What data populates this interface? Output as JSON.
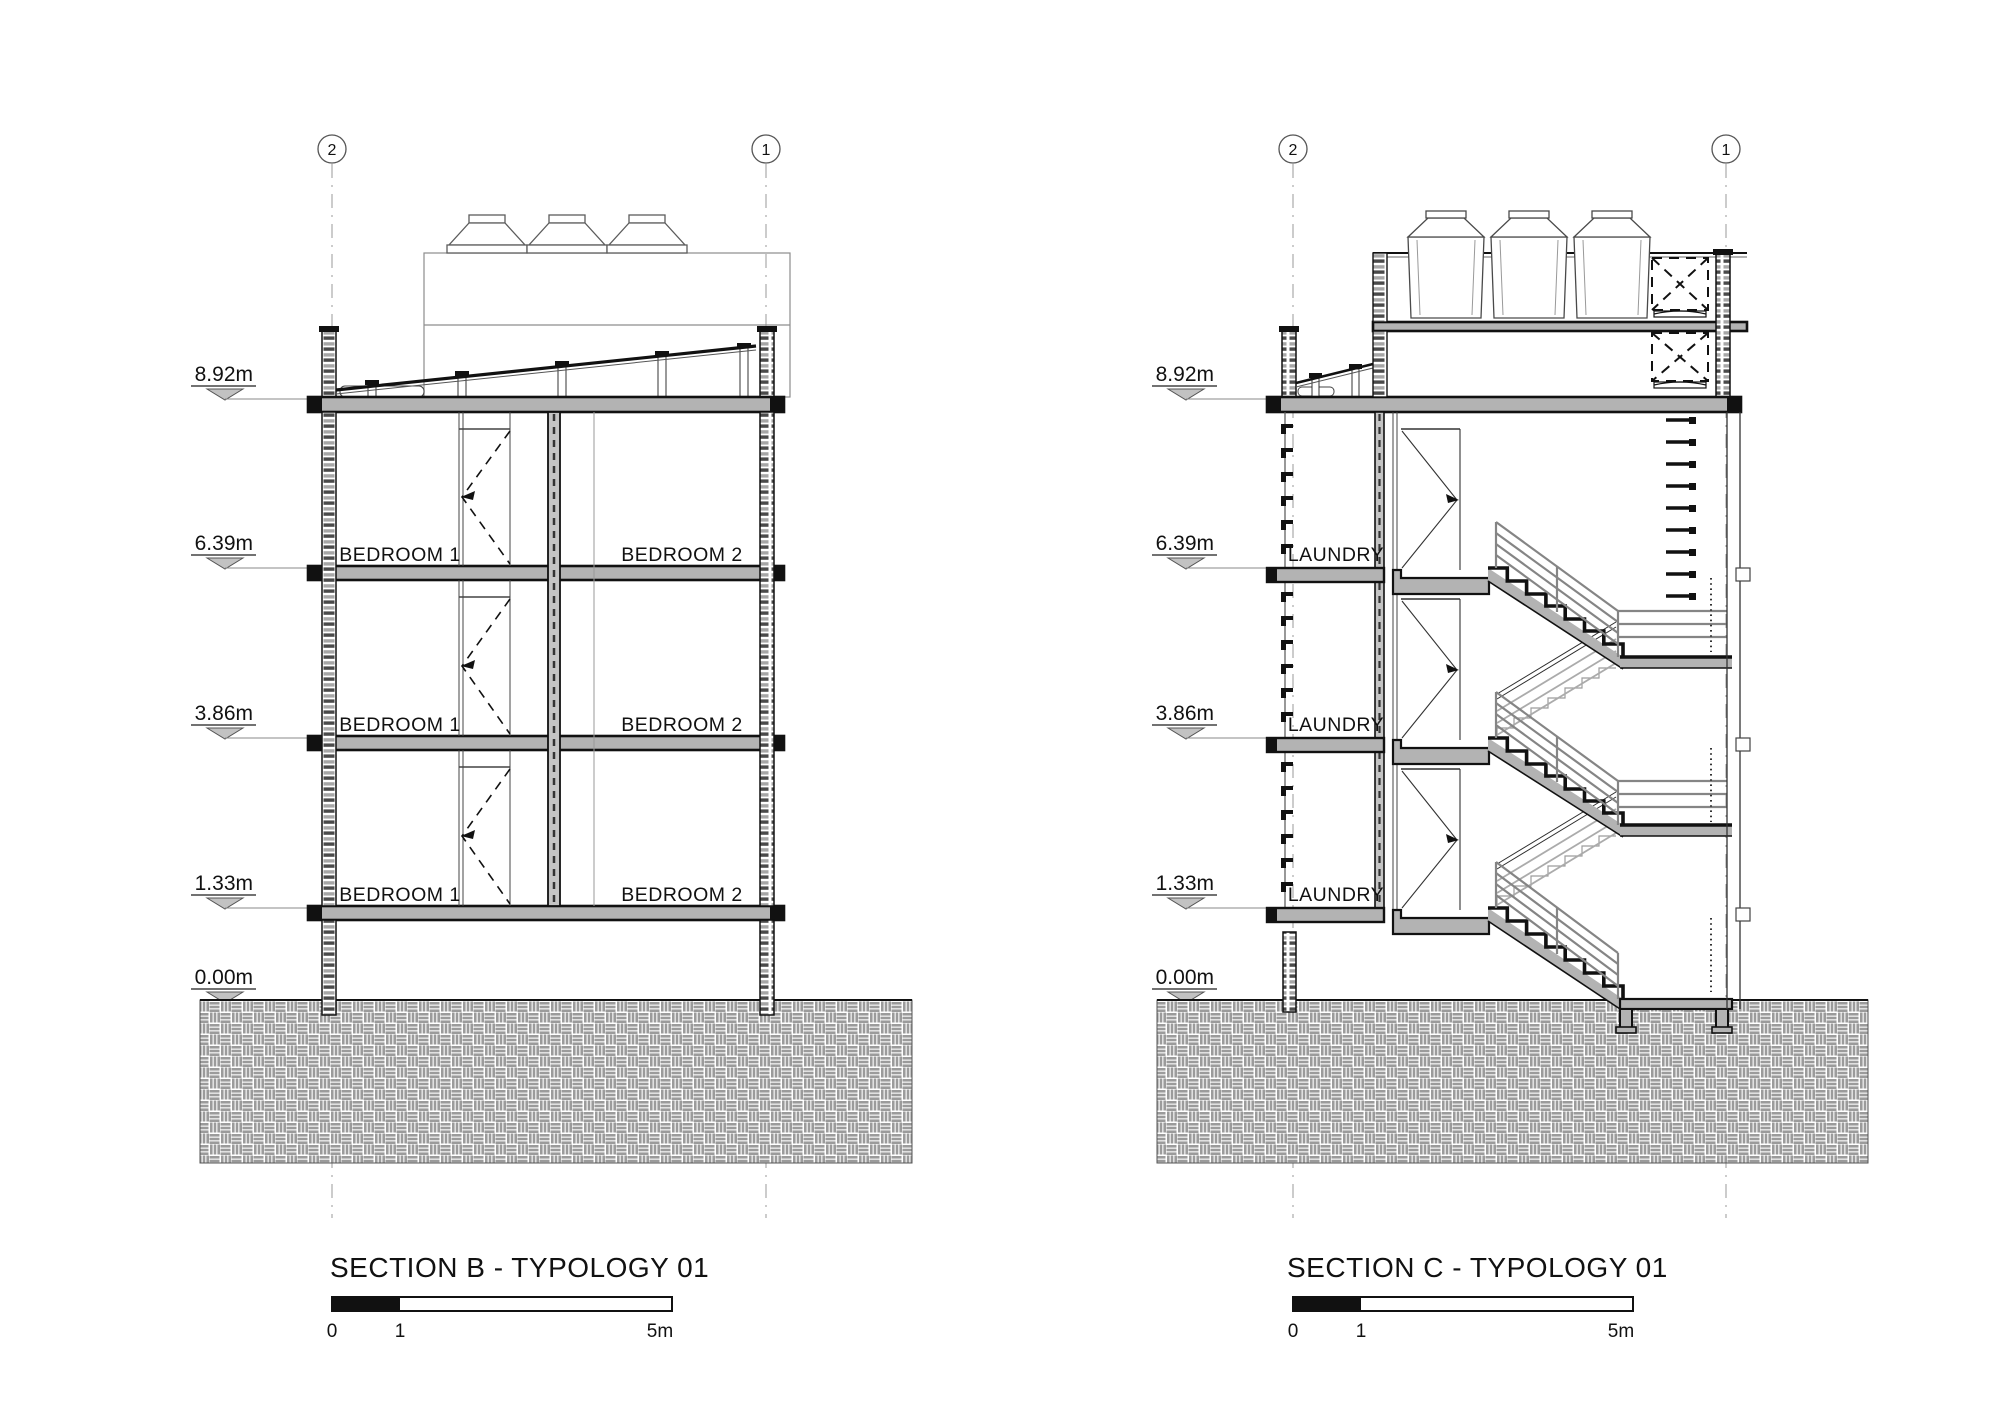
{
  "drawing": {
    "sections": {
      "b": {
        "title": "SECTION B - TYPOLOGY 01"
      },
      "c": {
        "title": "SECTION C - TYPOLOGY 01"
      }
    },
    "grid": {
      "left_bubble": "2",
      "right_bubble": "1"
    },
    "levels": [
      {
        "label": "8.92m"
      },
      {
        "label": "6.39m"
      },
      {
        "label": "3.86m"
      },
      {
        "label": "1.33m"
      },
      {
        "label": "0.00m"
      }
    ],
    "rooms": {
      "bedroom1": "BEDROOM 1",
      "bedroom2": "BEDROOM 2",
      "laundry": "LAUNDRY"
    },
    "scale_bar": {
      "start": "0",
      "mid": "1",
      "end": "5m"
    }
  }
}
